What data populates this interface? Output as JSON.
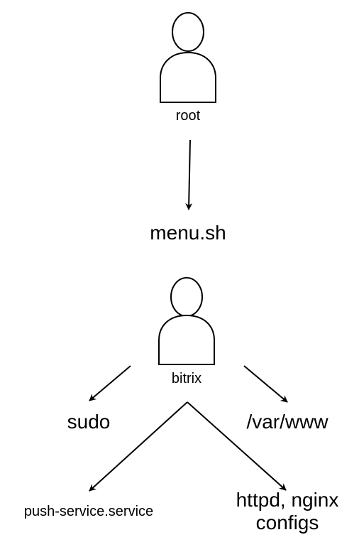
{
  "nodes": {
    "root": {
      "label": "root"
    },
    "menu": {
      "label": "menu.sh"
    },
    "bitrix": {
      "label": "bitrix"
    },
    "sudo": {
      "label": "sudo"
    },
    "varwww": {
      "label": "/var/www"
    },
    "push": {
      "label": "push-service.service"
    },
    "httpd": {
      "label": "httpd, nginx\nconfigs"
    }
  },
  "edges": [
    {
      "from": "root",
      "to": "menu.sh"
    },
    {
      "from": "bitrix",
      "to": "sudo"
    },
    {
      "from": "bitrix",
      "to": "/var/www"
    },
    {
      "from": "bitrix",
      "to": "push-service.service"
    },
    {
      "from": "bitrix",
      "to": "httpd, nginx configs"
    }
  ],
  "colors": {
    "stroke": "#000000",
    "fill": "#ffffff",
    "background": "#ffffff"
  },
  "icons": {
    "actor": "user-icon"
  }
}
